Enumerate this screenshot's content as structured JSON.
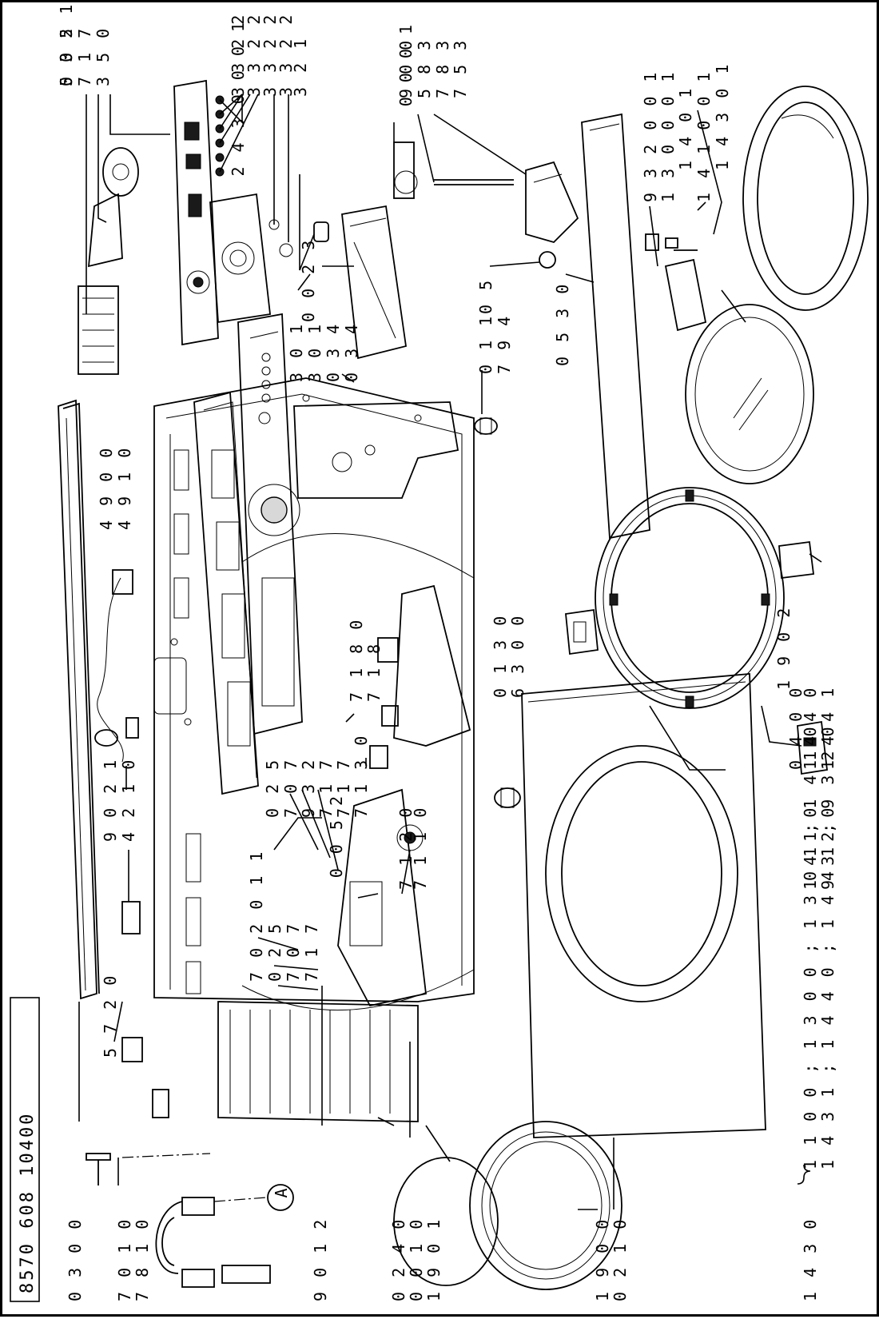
{
  "doc_code": "8570 608 10400",
  "callout_letter": "A",
  "labels": [
    {
      "id": "l035",
      "text": "0 3 5 1"
    },
    {
      "id": "l5023",
      "text": "5 0 2"
    },
    {
      "id": "l7177",
      "text": "7 1 7"
    },
    {
      "id": "l3500",
      "text": "3 5 0"
    },
    {
      "id": "l332a",
      "text": "3 3 2 2 2 2 1"
    },
    {
      "id": "l332b",
      "text": "3 3 2 2 2 2 1"
    },
    {
      "id": "l332c",
      "text": "3 3 2 2 2 2 1"
    },
    {
      "id": "l332d",
      "text": "3 3 2 2 2 2 1"
    },
    {
      "id": "l324",
      "text": "2 4 3 0 0 0 1"
    },
    {
      "id": "l321",
      "text": "3 2 1"
    },
    {
      "id": "l000",
      "text": "0 0 0 1"
    },
    {
      "id": "l900",
      "text": "9 0 0"
    },
    {
      "id": "l583",
      "text": "5 8 3"
    },
    {
      "id": "l783",
      "text": "7 8 3"
    },
    {
      "id": "l753",
      "text": "7 5 3"
    },
    {
      "id": "l0023",
      "text": "0 0 2 3"
    },
    {
      "id": "l301",
      "text": "3 0 1"
    },
    {
      "id": "l3012",
      "text": "3 0 1"
    },
    {
      "id": "l034",
      "text": "0 3 4"
    },
    {
      "id": "l0342",
      "text": "0 3 4"
    },
    {
      "id": "l05",
      "text": "0 5"
    },
    {
      "id": "l011",
      "text": "0 1 1"
    },
    {
      "id": "l794",
      "text": "7 9 4"
    },
    {
      "id": "l053",
      "text": "0 5 3 0"
    },
    {
      "id": "l932r",
      "text": "9 3 2 0 0 1"
    },
    {
      "id": "l130r",
      "text": "1 3 0 0 0 1"
    },
    {
      "id": "l140r",
      "text": "1 4 0 1"
    },
    {
      "id": "l141r",
      "text": "1 4 1 0 0 1"
    },
    {
      "id": "l143r",
      "text": "1 4 3 0 1"
    },
    {
      "id": "l490",
      "text": "4 9 0 0"
    },
    {
      "id": "l491",
      "text": "4 9 1 0"
    },
    {
      "id": "l718a",
      "text": "7 1 8 0"
    },
    {
      "id": "l718b",
      "text": "7 1 8"
    },
    {
      "id": "l013",
      "text": "0 1 3 0"
    },
    {
      "id": "l630",
      "text": "6 3 0 0"
    },
    {
      "id": "l190a",
      "text": "1 9 0 2"
    },
    {
      "id": "l040",
      "text": "0 4 0 0"
    },
    {
      "id": "l144a",
      "text": "1 4 4 0"
    },
    {
      "id": "l144b",
      "text": "1 4 4 1"
    },
    {
      "id": "l141b",
      "text": "1 4 1 0"
    },
    {
      "id": "l932b",
      "text": "9 3 2 0"
    },
    {
      "id": "l902",
      "text": "9 0 2 1"
    },
    {
      "id": "l421",
      "text": "4 2 1 0"
    },
    {
      "id": "l025a",
      "text": "0 2 5"
    },
    {
      "id": "l707a",
      "text": "7 0 7"
    },
    {
      "id": "l932m",
      "text": "9 3 2"
    },
    {
      "id": "l717a",
      "text": "7 1 7"
    },
    {
      "id": "l717b",
      "text": "7 1 7"
    },
    {
      "id": "l713",
      "text": "7 1 3 0"
    },
    {
      "id": "l005",
      "text": "0 0 5 2"
    },
    {
      "id": "l712",
      "text": "7 1 2 0"
    },
    {
      "id": "l711",
      "text": "7 1 1 0"
    },
    {
      "id": "l702",
      "text": "7 0 2 0 1 1"
    },
    {
      "id": "l025b",
      "text": "0 2 5"
    },
    {
      "id": "l707b",
      "text": "7 0 7"
    },
    {
      "id": "l717c",
      "text": "7 1 7"
    },
    {
      "id": "l572",
      "text": "5 7 2 0"
    },
    {
      "id": "l030",
      "text": "0 3 0 0"
    },
    {
      "id": "l701",
      "text": "7 0 1 0"
    },
    {
      "id": "l781",
      "text": "7 8 1 0"
    },
    {
      "id": "l901",
      "text": "9 0 1 2"
    },
    {
      "id": "l024",
      "text": "0 2 4 0"
    },
    {
      "id": "l001",
      "text": "0 0 1 0"
    },
    {
      "id": "l190b",
      "text": "1 9 0 1"
    },
    {
      "id": "l190c",
      "text": "1 9 0 0"
    },
    {
      "id": "l021",
      "text": "0 2 1 0"
    },
    {
      "id": "l143a",
      "text": "1 4 3 0"
    },
    {
      "id": "lbr1",
      "text": "1 1 0 0 ;  1 3 0 0 ;  1 3 0 1 ;  1 4 1 0"
    },
    {
      "id": "lbr2",
      "text": "1 4 3 1 ;  1 4 4 0 ;  1 4 4 1 ;  9 3 2 0"
    }
  ]
}
